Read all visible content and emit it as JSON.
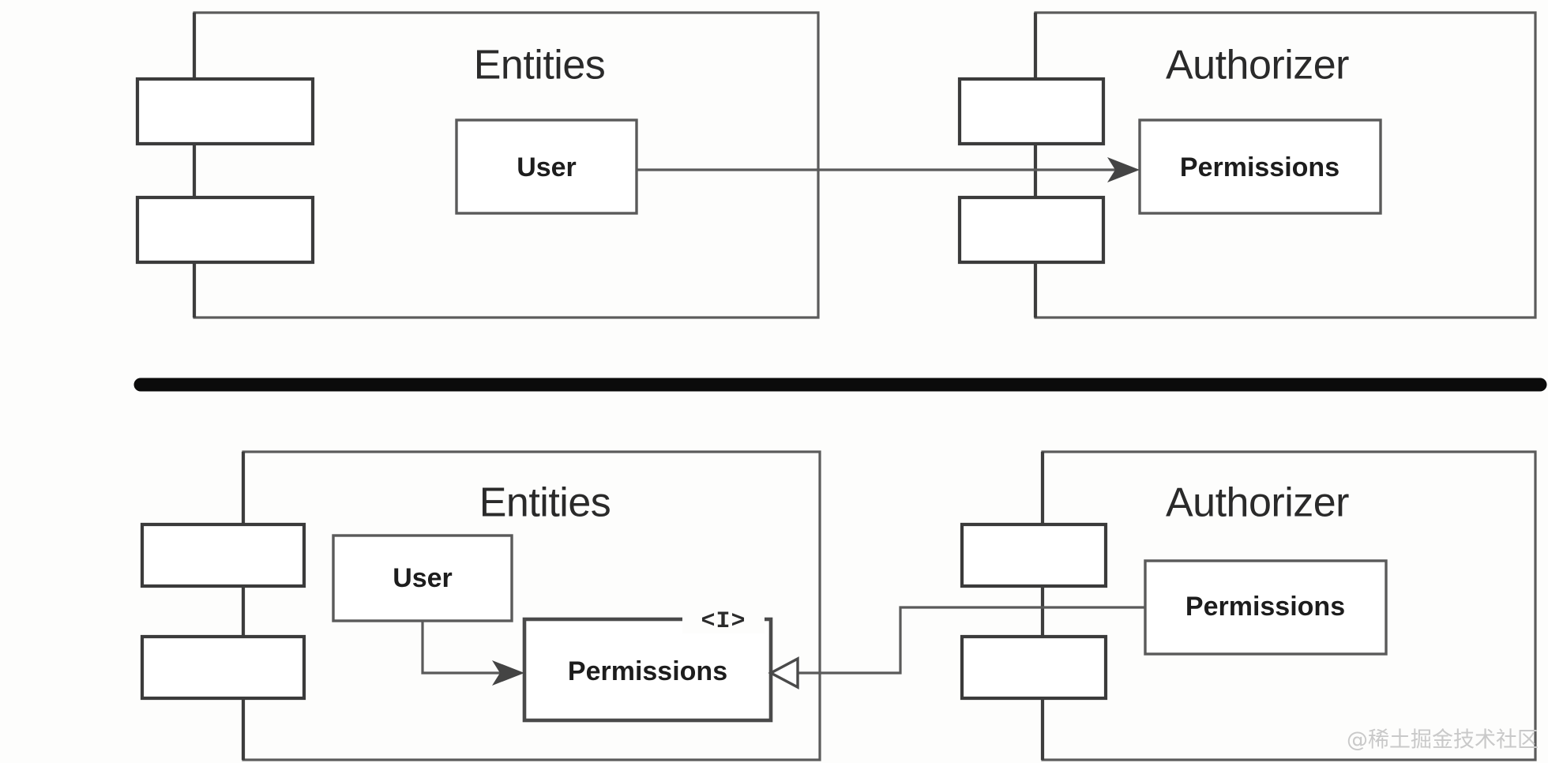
{
  "figure": {
    "kind": "uml-component-diagram",
    "panels": [
      {
        "id": "before",
        "components": [
          {
            "name": "Entities",
            "title": "Entities",
            "classes": [
              {
                "name": "User",
                "label": "User",
                "stereotype": ""
              }
            ]
          },
          {
            "name": "Authorizer",
            "title": "Authorizer",
            "classes": [
              {
                "name": "Permissions",
                "label": "Permissions",
                "stereotype": ""
              }
            ]
          }
        ],
        "relations": [
          {
            "kind": "dependency",
            "arrowhead": "open-solid",
            "from": "Entities.User",
            "to": "Authorizer.Permissions"
          }
        ]
      },
      {
        "id": "after",
        "components": [
          {
            "name": "Entities",
            "title": "Entities",
            "classes": [
              {
                "name": "User",
                "label": "User",
                "stereotype": ""
              },
              {
                "name": "PermissionsInterface",
                "label": "Permissions",
                "stereotype": "<I>"
              }
            ]
          },
          {
            "name": "Authorizer",
            "title": "Authorizer",
            "classes": [
              {
                "name": "Permissions",
                "label": "Permissions",
                "stereotype": ""
              }
            ]
          }
        ],
        "relations": [
          {
            "kind": "dependency",
            "arrowhead": "open-solid",
            "from": "Entities.User",
            "to": "Entities.PermissionsInterface"
          },
          {
            "kind": "realization",
            "arrowhead": "hollow-triangle",
            "from": "Authorizer.Permissions",
            "to": "Entities.PermissionsInterface"
          }
        ]
      }
    ],
    "divider": {
      "style": "thick-black-rule"
    },
    "watermark": {
      "text": "@稀土掘金技术社区"
    }
  },
  "labels": {
    "top_entities_title": "Entities",
    "top_authorizer_title": "Authorizer",
    "top_user": "User",
    "top_permissions": "Permissions",
    "bottom_entities_title": "Entities",
    "bottom_authorizer_title": "Authorizer",
    "bottom_user": "User",
    "bottom_iface_stereotype": "<I>",
    "bottom_iface_permissions": "Permissions",
    "bottom_authorizer_permissions": "Permissions",
    "watermark": "@稀土掘金技术社区"
  },
  "colors": {
    "background": "#fdfdfc",
    "component_border": "#5b5b5b",
    "class_border": "#5a5a5a",
    "tab_border": "#3b3b3b",
    "connector": "#5a5a5a",
    "text": "#1d1d1d",
    "title_text": "#2a2a2a",
    "divider": "#0b0b0b",
    "watermark": "#c9c9c9"
  }
}
